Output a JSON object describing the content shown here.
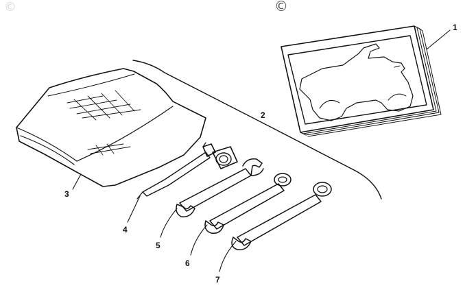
{
  "watermark": {
    "symbol": "©"
  },
  "callouts": [
    {
      "id": "1",
      "label": "1"
    },
    {
      "id": "2",
      "label": "2"
    },
    {
      "id": "3",
      "label": "3"
    },
    {
      "id": "4",
      "label": "4"
    },
    {
      "id": "5",
      "label": "5"
    },
    {
      "id": "6",
      "label": "6"
    },
    {
      "id": "7",
      "label": "7"
    }
  ]
}
